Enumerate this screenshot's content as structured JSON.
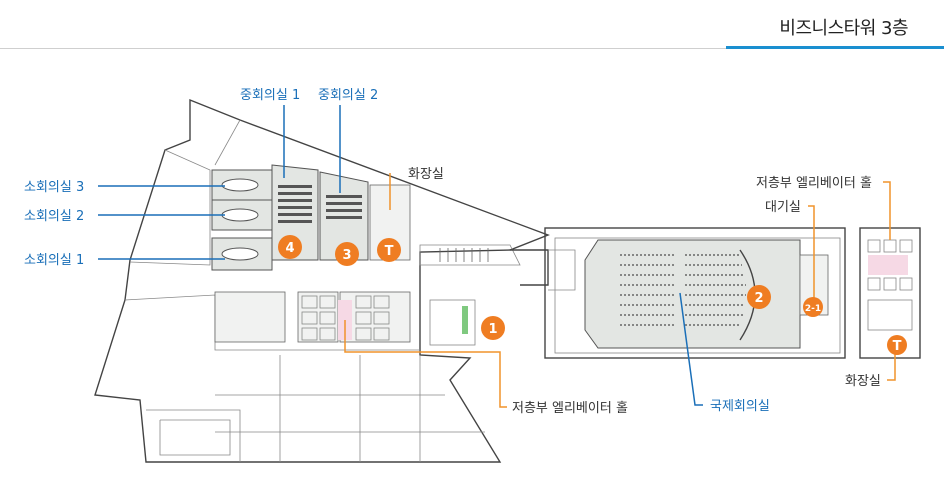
{
  "header": {
    "title": "비즈니스타워 3층"
  },
  "labels": {
    "mid_room_1": "중회의실 1",
    "mid_room_2": "중회의실 2",
    "restroom_top": "화장실",
    "small_room_3": "소회의실 3",
    "small_room_2": "소회의실 2",
    "small_room_1": "소회의실 1",
    "low_elevator_right": "저층부 엘리베이터 홀",
    "waiting_room": "대기실",
    "restroom_right": "화장실",
    "international_hall": "국제회의실",
    "low_elevator_bottom": "저층부 엘리베이터 홀"
  },
  "markers": {
    "m1": "1",
    "m2": "2",
    "m21": "2-1",
    "m3": "3",
    "m4": "4",
    "toilet_top": "T",
    "toilet_right": "T"
  },
  "colors": {
    "accent": "#1a8fd0",
    "label_blue": "#1a6fb8",
    "leader_orange": "#f0932b",
    "marker": "#ef7d22"
  }
}
